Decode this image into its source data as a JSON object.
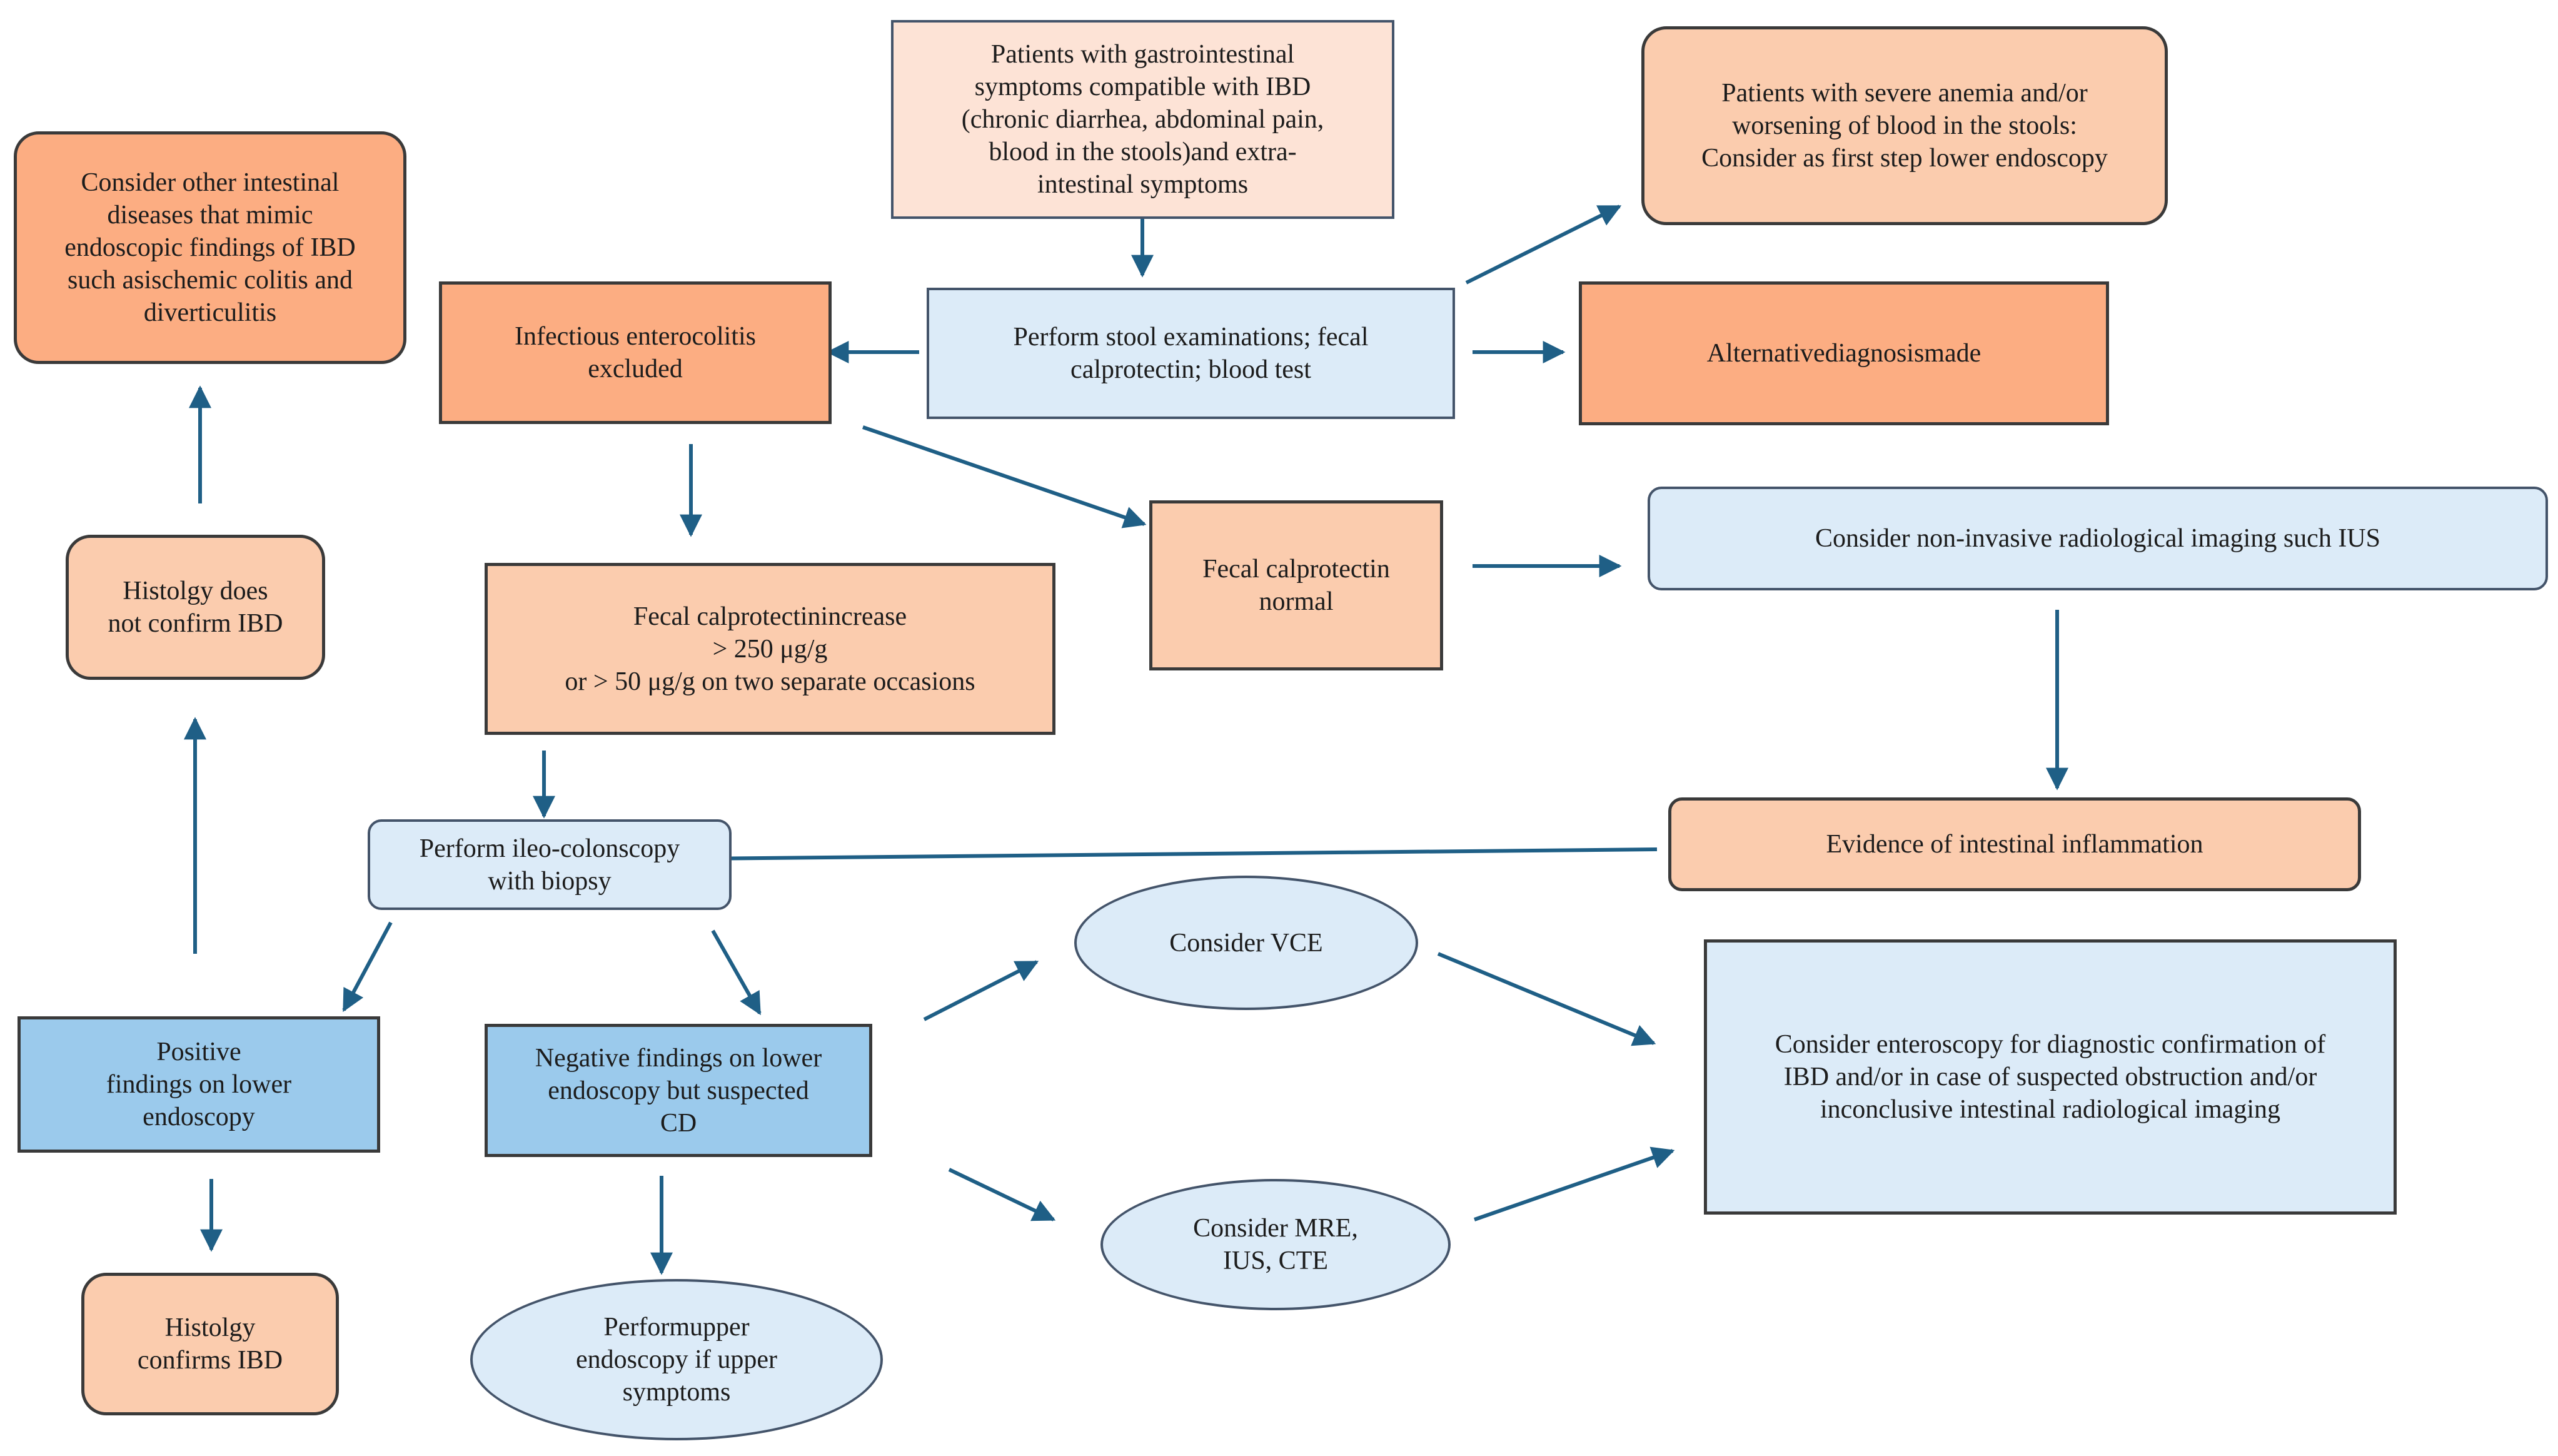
{
  "nodes": {
    "start": [
      "Patients with gastrointestinal",
      "symptoms compatible with IBD",
      "(chronic diarrhea, abdominal pain,",
      "blood in the stools)and extra-",
      "intestinal symptoms"
    ],
    "severe_anemia": [
      "Patients with severe anemia and/or",
      "worsening of blood in the stools:",
      "Consider as first step lower endoscopy"
    ],
    "other_diseases": [
      "Consider other intestinal",
      "diseases that mimic",
      "endoscopic findings of IBD",
      "such asischemic colitis and",
      "diverticulitis"
    ],
    "infectious_excluded": [
      "Infectious enterocolitis",
      "excluded"
    ],
    "stool_exam": [
      "Perform stool examinations; fecal",
      "calprotectin; blood test"
    ],
    "alt_diagnosis": [
      "Alternativediagnosismade"
    ],
    "histology_not_confirm": [
      "Histolgy does",
      "not confirm IBD"
    ],
    "fc_increase": [
      "Fecal calprotectinincrease",
      "> 250 μg/g",
      "or > 50 μg/g on two separate occasions"
    ],
    "fc_normal": [
      "Fecal calprotectin",
      "normal"
    ],
    "imaging_ius": [
      "Consider  non-invasive radiological imaging such IUS"
    ],
    "ileocolonoscopy": [
      "Perform ileo-colonscopy",
      "with biopsy"
    ],
    "inflammation": [
      "Evidence of intestinal inflammation"
    ],
    "vce": [
      "Consider VCE"
    ],
    "positive_findings": [
      "Positive",
      "findings on lower",
      "endoscopy"
    ],
    "negative_findings": [
      "Negative findings on lower",
      "endoscopy but suspected",
      "CD"
    ],
    "enteroscopy": [
      "Consider enteroscopy for diagnostic confirmation of",
      "IBD and/or in case of suspected obstruction and/or",
      "inconclusive intestinal radiological imaging"
    ],
    "mre": [
      "Consider MRE,",
      "IUS, CTE"
    ],
    "histology_confirms": [
      "Histolgy",
      "confirms IBD"
    ],
    "upper_endoscopy": [
      "Performupper",
      "endoscopy if upper",
      "symptoms"
    ]
  },
  "colors": {
    "arrow": "#1f5f86",
    "peach": "#fbccae",
    "pale_peach": "#fde3d6",
    "orange": "#fcad82",
    "light_blue": "#dcebf8",
    "medium_blue": "#9bcaec"
  }
}
